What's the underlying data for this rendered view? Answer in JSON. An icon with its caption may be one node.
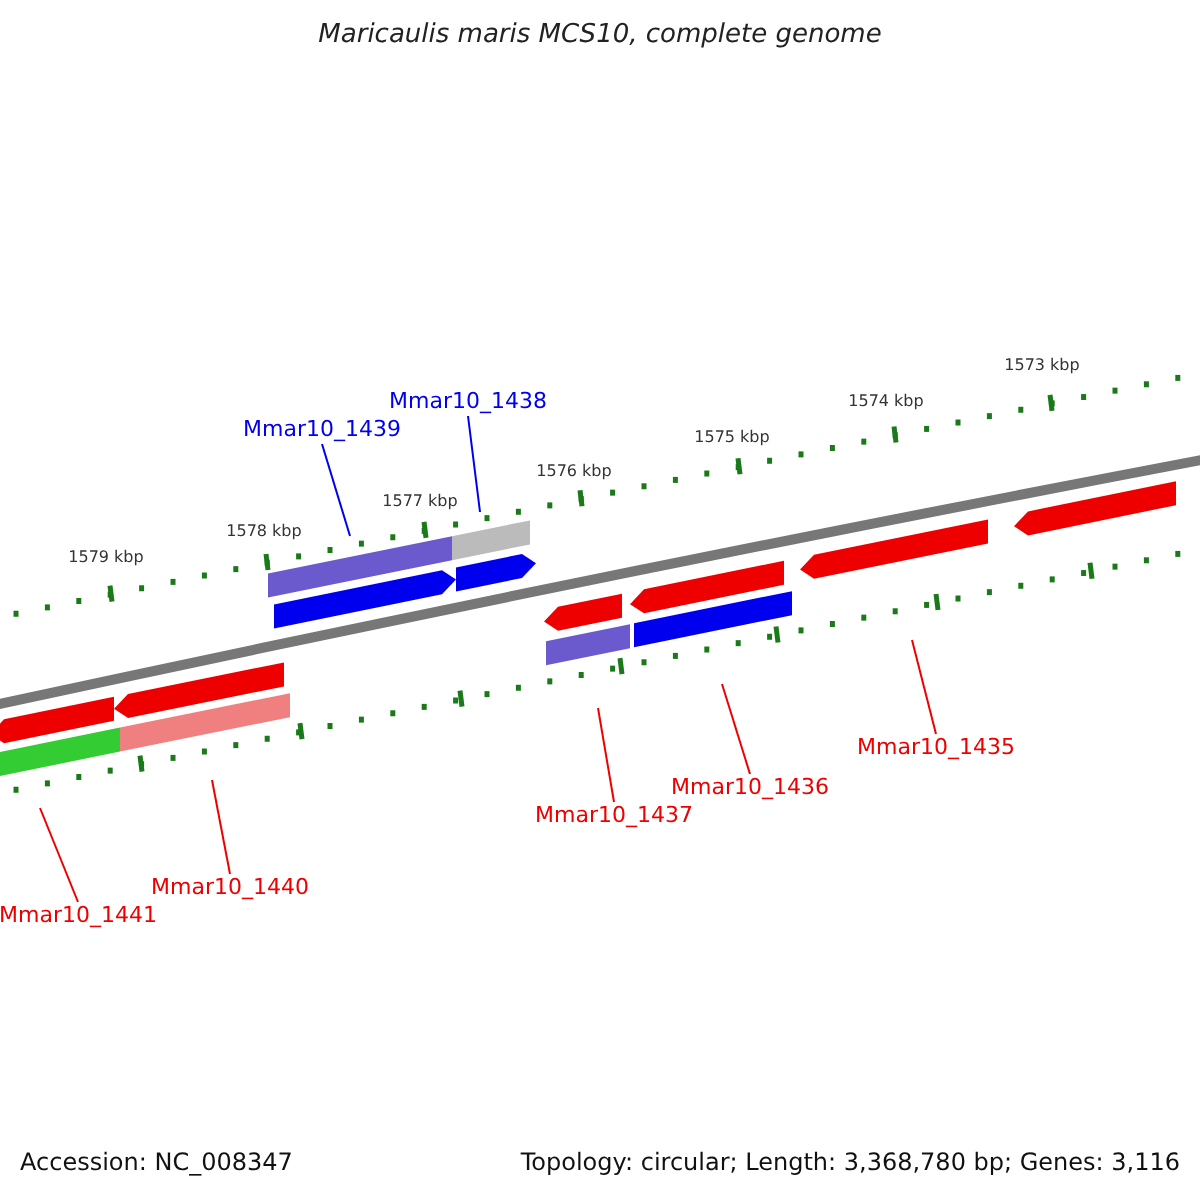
{
  "diagram": {
    "title": "Maricaulis maris MCS10, complete genome",
    "nodes": [
      {
        "text": [
          "Mmar10_1439"
        ]
      },
      {
        "text": [
          "Mmar10_1438"
        ]
      },
      {
        "text": [
          "Mmar10_1441"
        ]
      },
      {
        "text": [
          "Mmar10_1440"
        ]
      },
      {
        "text": [
          "Mmar10_1437"
        ]
      },
      {
        "text": [
          "Mmar10_1436"
        ]
      },
      {
        "text": [
          "Mmar10_1435"
        ]
      }
    ],
    "edges": [
      {
        "from": 0,
        "to": null,
        "arrow": "none",
        "color": "#0000ee"
      },
      {
        "from": 1,
        "to": null,
        "arrow": "none",
        "color": "#0000ee"
      },
      {
        "from": 2,
        "to": null,
        "arrow": "none"
      },
      {
        "from": 3,
        "to": null,
        "arrow": "none"
      },
      {
        "from": 4,
        "to": null,
        "arrow": "none"
      },
      {
        "from": 5,
        "to": null,
        "arrow": "none"
      },
      {
        "from": 6,
        "to": null,
        "arrow": "none"
      }
    ],
    "labels": [
      "1573 kbp",
      "1574 kbp",
      "1575 kbp",
      "1576 kbp",
      "1577 kbp",
      "1578 kbp",
      "1579 kbp",
      "Accession: NC_008347",
      "Topology: circular; Length: 3,368,780 bp; Genes: 3,116"
    ]
  }
}
